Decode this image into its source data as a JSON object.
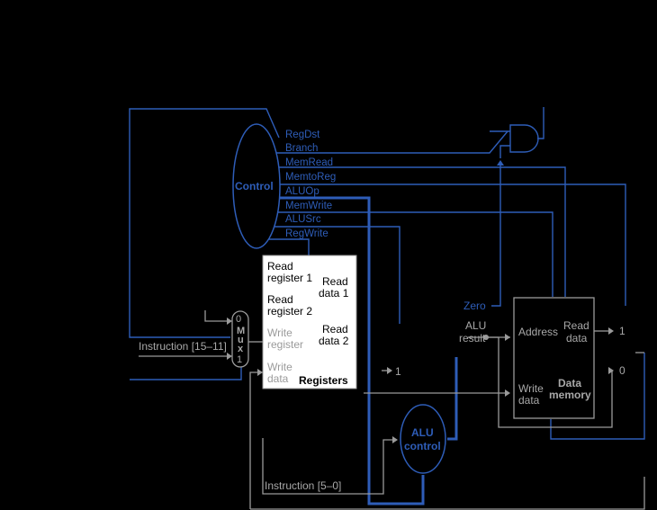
{
  "control": {
    "label": "Control",
    "signals": [
      "RegDst",
      "Branch",
      "MemRead",
      "MemtoReg",
      "ALUOp",
      "MemWrite",
      "ALUSrc",
      "RegWrite"
    ]
  },
  "registers": {
    "read_register_1": [
      "Read",
      "register 1"
    ],
    "read_register_2": [
      "Read",
      "register 2"
    ],
    "write_register": [
      "Write",
      "register"
    ],
    "write_data": [
      "Write",
      "data"
    ],
    "read_data_1": [
      "Read",
      "data 1"
    ],
    "read_data_2": [
      "Read",
      "data 2"
    ],
    "title": "Registers"
  },
  "mux": {
    "input_0": "0",
    "letters": [
      "M",
      "u",
      "x"
    ],
    "input_1": "1"
  },
  "instruction_15_11": "Instruction [15–11]",
  "instruction_5_0": "Instruction [5–0]",
  "alu_control": [
    "ALU",
    "control"
  ],
  "alu_result": [
    "ALU",
    "result"
  ],
  "zero": "Zero",
  "data_memory": {
    "address": "Address",
    "read_data": [
      "Read",
      "data"
    ],
    "write_data": [
      "Write",
      "data"
    ],
    "title": [
      "Data",
      "memory"
    ]
  },
  "labels": {
    "mux_alu_src_1": "1",
    "mux_mem_1": "1",
    "mux_mem_0": "0"
  },
  "colors": {
    "control": "#2e5db8",
    "datapath": "#9a9a9a",
    "background": "#000000"
  }
}
